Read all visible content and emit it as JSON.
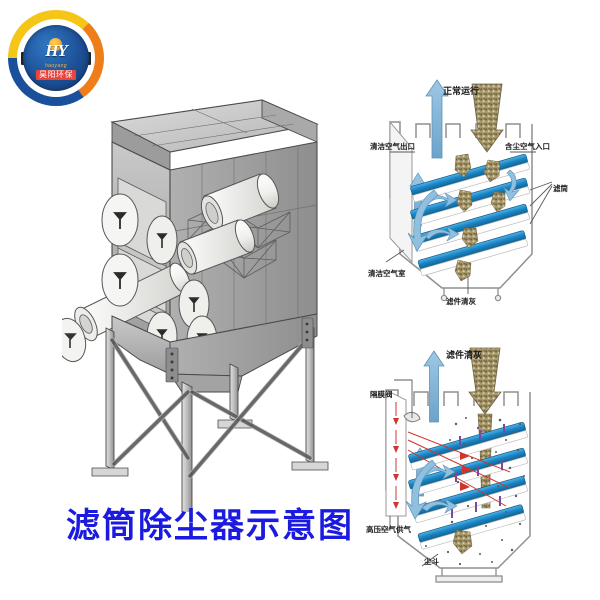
{
  "page": {
    "title_cn": "滤筒除尘器示意图",
    "title_color": "#1a1ae0",
    "background": "#ffffff"
  },
  "logo": {
    "name": "haoyang-environmental-logo",
    "mark_text": "HY",
    "pinyin": "haoyang",
    "company_cn": "昊阳环保",
    "ring_colors": [
      "#1a4f9c",
      "#f5c518",
      "#ef7d1a"
    ],
    "core_color": "#1d4f96",
    "badge_color": "#e8453c"
  },
  "main_illustration": {
    "name": "cartridge-dust-collector-3d-cutaway",
    "description_cn": "滤筒除尘器",
    "body_color": "#b9b9b9",
    "panel_color": "#a8a8a8",
    "cartridge_color": "#f2f2f0",
    "frame_color": "#d2d2d2",
    "outline_color": "#4a4a4a",
    "cartridge_count": 8
  },
  "diagrams": [
    {
      "id": "normal-operation",
      "title": "正常运行",
      "labels": [
        {
          "id": "clean-air-outlet",
          "text": "清洁空气出口"
        },
        {
          "id": "dusty-air-inlet",
          "text": "含尘空气入口"
        },
        {
          "id": "filter-cartridge",
          "text": "滤筒"
        },
        {
          "id": "clean-air-chamber",
          "text": "清洁空气室"
        },
        {
          "id": "filter-cleaning",
          "text": "滤件清灰"
        }
      ],
      "colors": {
        "clean_air_arrow": "#7bafd4",
        "dust_arrow": "#a69468",
        "cartridge": "#1f8ecd",
        "housing_outline": "#8a8a8a"
      }
    },
    {
      "id": "filter-cleaning",
      "title": "滤件清灰",
      "labels": [
        {
          "id": "diaphragm-valve",
          "text": "隔膜阀"
        },
        {
          "id": "high-pressure-air-supply",
          "text": "高压空气供气"
        },
        {
          "id": "dust-hopper",
          "text": "尘斗"
        }
      ],
      "colors": {
        "clean_air_arrow": "#7bafd4",
        "dust_arrow": "#a69468",
        "cartridge": "#1f8ecd",
        "pulse_air": "#d0342c",
        "housing_outline": "#8a8a8a"
      }
    }
  ]
}
